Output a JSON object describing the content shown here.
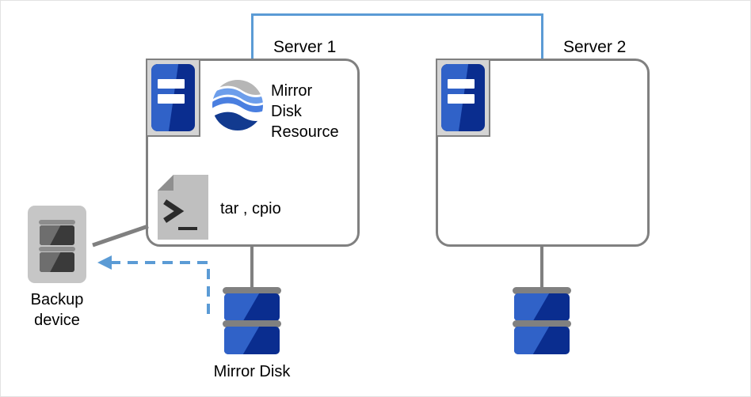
{
  "diagram": {
    "title_server1": "Server 1",
    "title_server2": "Server 2",
    "resource_label": "Mirror\nDisk\nResource",
    "resource_label_line1": "Mirror",
    "resource_label_line2": "Disk",
    "resource_label_line3": "Resource",
    "backup_tools_label": "tar , cpio",
    "backup_device_label": "Backup\ndevice",
    "backup_device_label_line1": "Backup",
    "backup_device_label_line2": "device",
    "mirror_disk_label": "Mirror Disk",
    "icons": {
      "server1": "server-icon",
      "server2": "server-icon",
      "mirror_disk_resource": "mirror-disk-resource-logo-icon",
      "script": "script-terminal-icon",
      "disk1": "disk-stack-icon",
      "disk2": "disk-stack-icon",
      "backup_device": "backup-device-icon",
      "backup_arrow": "dashed-left-arrow-icon"
    },
    "colors": {
      "interconnect_blue": "#5b9bd5",
      "wire_gray": "#808080",
      "disk_blue_light": "#3062c8",
      "disk_blue_dark": "#0a2d8f",
      "icon_frame_gray": "#d4d4d4",
      "backup_gray": "#c6c6c6",
      "script_gray": "#bfbfbf",
      "logo_gray": "#b6b6b6",
      "logo_blue_light": "#6d9eeb",
      "logo_blue_mid": "#4a7fe0",
      "logo_blue_dark": "#123a8f",
      "text_black": "#000000",
      "page_border": "#e2e2e2"
    }
  }
}
